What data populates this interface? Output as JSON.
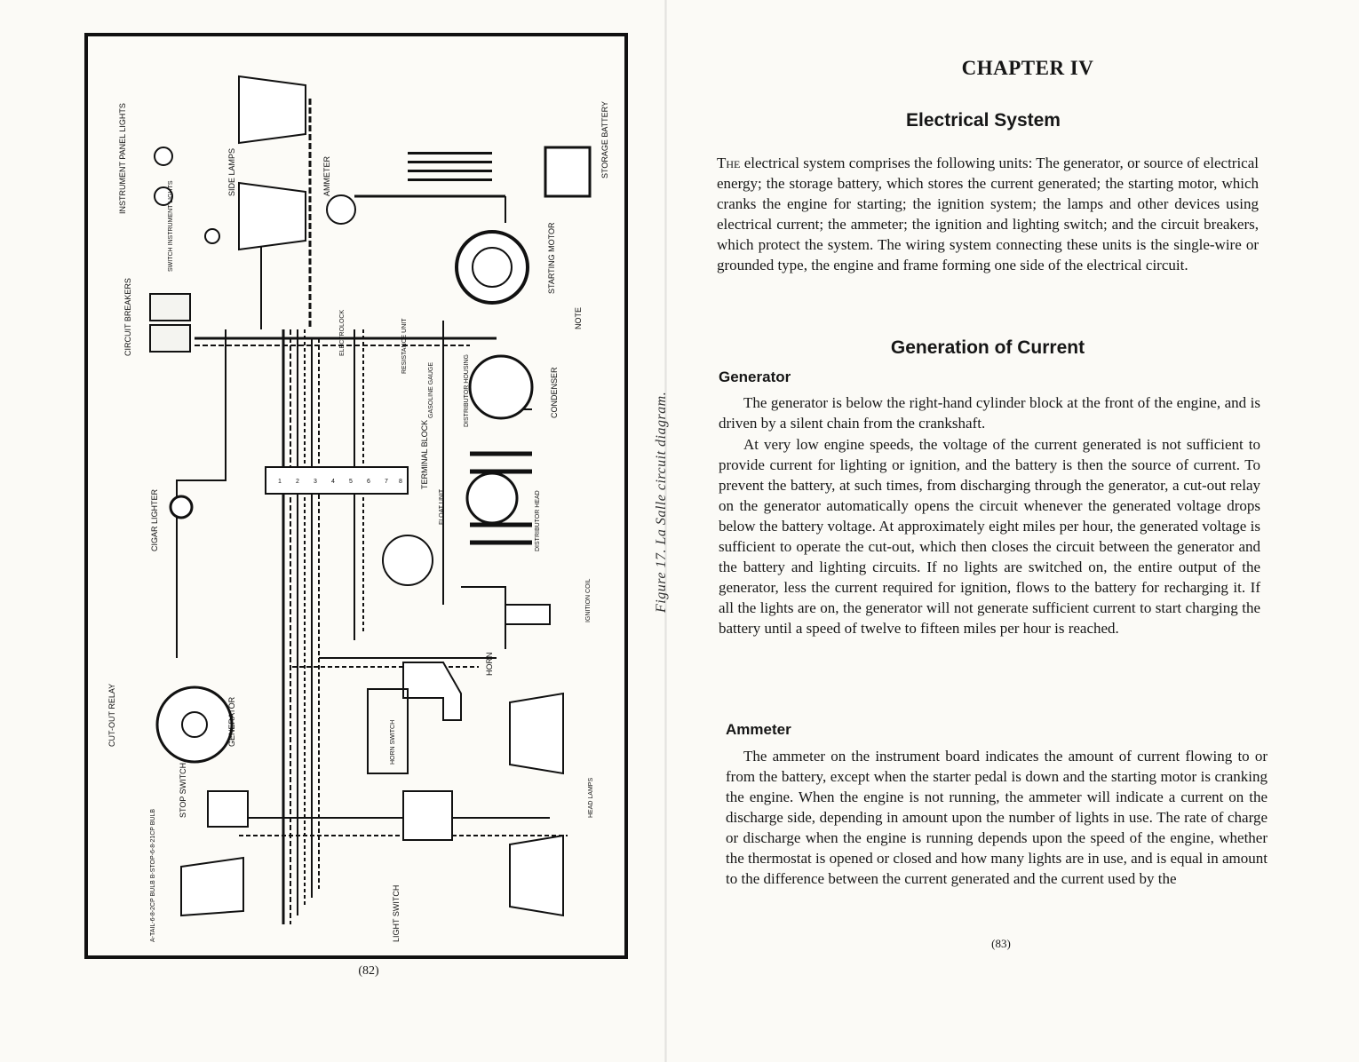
{
  "left_page": {
    "page_number": "(82)",
    "figure_caption": "Figure 17. La Salle circuit diagram.",
    "diagram_labels": {
      "instrument_panel_lights": "INSTRUMENT PANEL LIGHTS",
      "side_lamps": "SIDE LAMPS",
      "switch_instrument_lights": "SWITCH INSTRUMENT LIGHTS",
      "circuit_breakers": "CIRCUIT BREAKERS",
      "ammeter": "AMMETER",
      "starting_motor": "STARTING MOTOR",
      "storage_battery": "STORAGE BATTERY",
      "note": "NOTE",
      "condenser": "CONDENSER",
      "electrolock": "ELECTROLOCK",
      "resistance_unit": "RESISTANCE UNIT",
      "gasoline_gauge": "GASOLINE GAUGE",
      "terminal_block": "TERMINAL BLOCK",
      "distributor_housing": "DISTRIBUTOR HOUSING",
      "distributor_head": "DISTRIBUTOR HEAD",
      "float_unit": "FLOAT UNIT",
      "ignition_coil": "IGNITION COIL",
      "cigar_lighter": "CIGAR LIGHTER",
      "cut_out_relay": "CUT-OUT RELAY",
      "generator": "GENERATOR",
      "horn": "HORN",
      "horn_switch": "HORN SWITCH",
      "stop_switch": "STOP SWITCH",
      "head_lamps": "HEAD LAMPS",
      "light_switch": "LIGHT SWITCH",
      "tail_stop_bulbs": "A-TAIL-6-8-2CP BULB  B-STOP-6-8-21CP BULB",
      "terminals": [
        "1",
        "2",
        "3",
        "4",
        "5",
        "6",
        "7",
        "8"
      ]
    }
  },
  "right_page": {
    "chapter_title": "CHAPTER IV",
    "section_title": "Electrical System",
    "intro_lead": "The",
    "intro_paragraph": " electrical system comprises the following units: The generator, or source of electrical energy; the storage battery, which stores the current generated; the starting motor, which cranks the engine for starting; the ignition system; the lamps and other devices using electrical current; the ammeter; the ignition and lighting switch; and the circuit breakers, which protect the system. The wiring system connecting these units is the single-wire or grounded type, the engine and frame forming one side of the electrical circuit.",
    "subsection_title": "Generation of Current",
    "generator_heading": "Generator",
    "generator_p1": "The generator is below the right-hand cylinder block at the front of the engine, and is driven by a silent chain from the crankshaft.",
    "generator_p2": "At very low engine speeds, the voltage of the current generated is not sufficient to provide current for lighting or ignition, and the battery is then the source of current. To prevent the battery, at such times, from discharging through the generator, a cut-out relay on the generator automatically opens the circuit whenever the generated voltage drops below the battery voltage. At approximately eight miles per hour, the generated voltage is sufficient to operate the cut-out, which then closes the circuit between the generator and the battery and lighting circuits. If no lights are switched on, the entire output of the generator, less the current required for ignition, flows to the battery for recharging it. If all the lights are on, the generator will not generate sufficient current to start charging the battery until a speed of twelve to fifteen miles per hour is reached.",
    "ammeter_heading": "Ammeter",
    "ammeter_p1": "The ammeter on the instrument board indicates the amount of current flowing to or from the battery, except when the starter pedal is down and the starting motor is cranking the engine. When the engine is not running, the ammeter will indicate a current on the discharge side, depending in amount upon the number of lights in use. The rate of charge or discharge when the engine is running depends upon the speed of the engine, whether the thermostat is opened or closed and how many lights are in use, and is equal in amount to the difference between the current generated and the current used by the",
    "page_number": "(83)"
  }
}
